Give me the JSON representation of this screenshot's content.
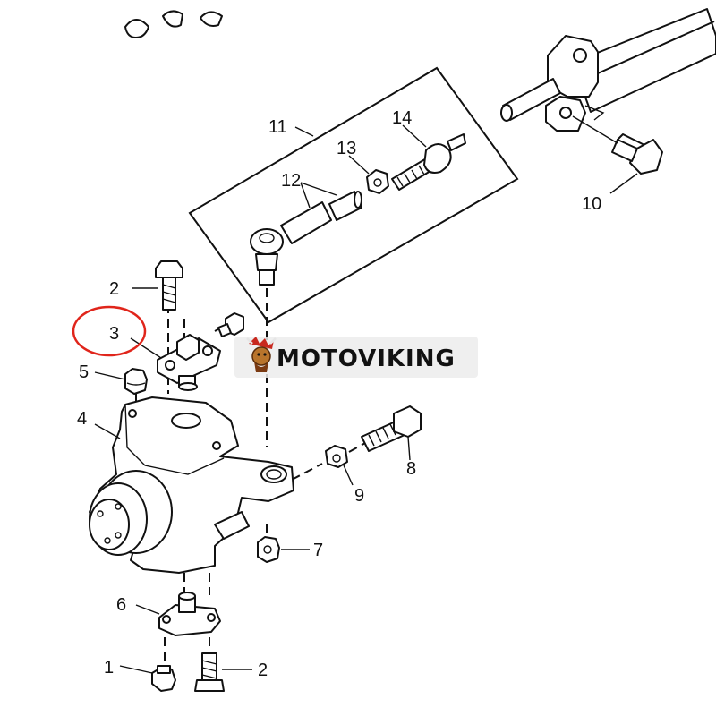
{
  "labels": {
    "p1": "1",
    "p2_top": "2",
    "p2_bottom": "2",
    "p3": "3",
    "p4": "4",
    "p5": "5",
    "p6": "6",
    "p7": "7",
    "p8": "8",
    "p9": "9",
    "p10": "10",
    "p11": "11",
    "p12": "12",
    "p13": "13",
    "p14": "14"
  },
  "watermark": {
    "text": "MOTOVIKING",
    "logo_icon": "viking-mascot-icon"
  },
  "highlight": {
    "target_label": "3",
    "color": "#e0251b"
  }
}
